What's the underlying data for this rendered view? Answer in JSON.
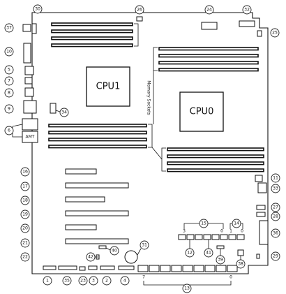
{
  "diagram": {
    "cpu1_label": "CPU1",
    "cpu0_label": "CPU0",
    "memory_label": "Memory Sockets",
    "amt_label": "AMT",
    "bracket_15_left": "3",
    "bracket_15_right": "0",
    "bracket_14_left": "1",
    "bracket_14_right": "0",
    "bracket_13_left": "7",
    "bracket_13_right": "0",
    "callouts": [
      "30",
      "26",
      "24",
      "32",
      "37",
      "25",
      "10",
      "5",
      "7",
      "8",
      "9",
      "34",
      "6",
      "16",
      "17",
      "18",
      "19",
      "20",
      "21",
      "22",
      "11",
      "33",
      "27",
      "28",
      "36",
      "29",
      "15",
      "14",
      "12",
      "41",
      "39",
      "38",
      "31",
      "40",
      "42",
      "1",
      "35",
      "23",
      "3",
      "2",
      "4",
      "13"
    ]
  }
}
